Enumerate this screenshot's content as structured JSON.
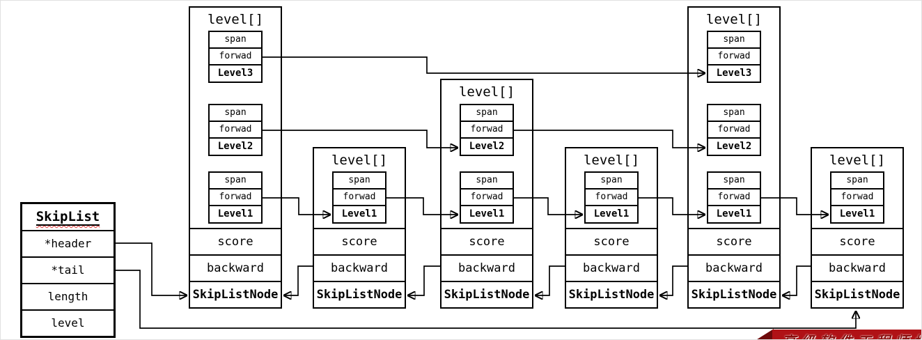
{
  "labels": {
    "level_array": "level[]",
    "span": "span",
    "forward": "forwad",
    "score": "score",
    "backward": "backward",
    "node_type": "SkipListNode"
  },
  "skiplist": {
    "title": "SkipList",
    "fields": [
      "*header",
      "*tail",
      "length",
      "level"
    ]
  },
  "nodes": [
    {
      "levels": [
        "Level3",
        "Level2",
        "Level1"
      ]
    },
    {
      "levels": [
        "Level1"
      ]
    },
    {
      "levels": [
        "Level2",
        "Level1"
      ]
    },
    {
      "levels": [
        "Level1"
      ]
    },
    {
      "levels": [
        "Level3",
        "Level2",
        "Level1"
      ]
    },
    {
      "levels": [
        "Level1"
      ]
    }
  ],
  "banner": {
    "text": "高级软件工程师培训"
  }
}
